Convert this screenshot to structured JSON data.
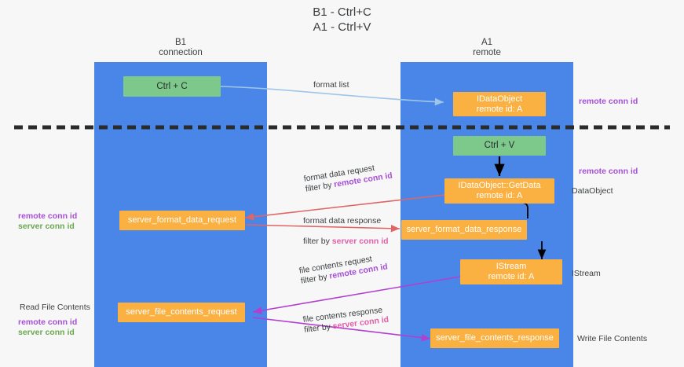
{
  "title": "B1 - Ctrl+C\nA1 - Ctrl+V",
  "columns": {
    "left": "B1\nconnection",
    "right": "A1\nremote"
  },
  "colors": {
    "lane": "#4a86e8",
    "node_orange": "#fbb042",
    "node_green": "#7dc98b",
    "remote_conn_id": "#a64fd6",
    "server_conn_id_green": "#6aa84f",
    "server_conn_id_pink": "#e060a8",
    "arrow_blue": "#9fc5e8",
    "arrow_red": "#e06666",
    "arrow_black": "#000000",
    "arrow_purple": "#b13fd0",
    "divider": "#2b2b2b",
    "background": "#f7f7f7"
  },
  "nodes": {
    "ctrl_c": "Ctrl + C",
    "ctrl_v": "Ctrl + V",
    "idataobject": "IDataObject\nremote id: A",
    "idataobject_getdata": "IDataObject::GetData\nremote id: A",
    "istream": "IStream\nremote id: A",
    "server_format_data_request": "server_format_data_request",
    "server_format_data_response": "server_format_data_response",
    "server_file_contents_request": "server_file_contents_request",
    "server_file_contents_response": "server_file_contents_response"
  },
  "edges": {
    "format_list": "format list",
    "format_data_request": "format data request",
    "format_data_request_filter_prefix": "filter by ",
    "format_data_request_filter_key": "remote conn id",
    "format_data_response": "format data response",
    "format_data_response_filter_prefix": "filter by ",
    "format_data_response_filter_key": "server conn id",
    "file_contents_request": "file contents request",
    "file_contents_request_filter_prefix": "filter by ",
    "file_contents_request_filter_key": "remote conn id",
    "file_contents_response": "file contents response",
    "file_contents_response_filter_prefix": "filter by ",
    "file_contents_response_filter_key": "server conn id"
  },
  "annotations": {
    "right_remote_conn_id_1": "remote conn id",
    "right_remote_conn_id_2": "remote conn id",
    "right_dataobject": "DataObject",
    "right_istream": "IStream",
    "right_write_file_contents": "Write File Contents",
    "left_remote_conn_id": "remote conn id",
    "left_server_conn_id": "server conn id",
    "left_read_file_contents": "Read File Contents",
    "left_remote_conn_id_2": "remote conn id",
    "left_server_conn_id_2": "server conn id"
  }
}
